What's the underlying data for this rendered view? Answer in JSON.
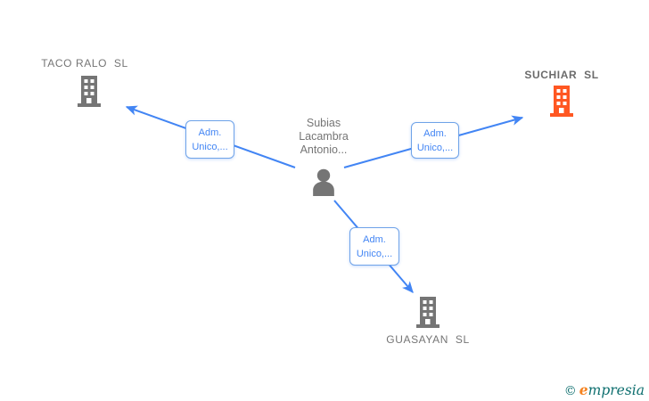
{
  "person": {
    "name_lines": [
      "Subias",
      "Lacambra",
      "Antonio..."
    ],
    "icon": "person-icon"
  },
  "companies": [
    {
      "name": "TACO RALO  SL",
      "icon": "building-icon",
      "icon_color": "#757575",
      "highlighted": false
    },
    {
      "name": "SUCHIAR  SL",
      "icon": "building-icon",
      "icon_color": "#FF5722",
      "highlighted": true
    },
    {
      "name": "GUASAYAN  SL",
      "icon": "building-icon",
      "icon_color": "#757575",
      "highlighted": false
    }
  ],
  "edges": [
    {
      "target": "TACO RALO  SL",
      "label_line1": "Adm.",
      "label_line2": "Unico,..."
    },
    {
      "target": "SUCHIAR  SL",
      "label_line1": "Adm.",
      "label_line2": "Unico,..."
    },
    {
      "target": "GUASAYAN  SL",
      "label_line1": "Adm.",
      "label_line2": "Unico,..."
    }
  ],
  "colors": {
    "edge_blue": "#4285F4",
    "box_border": "#6FA3E8",
    "gray_text": "#757575",
    "gray_icon": "#757575",
    "orange_icon": "#FF5722",
    "logo_teal": "#0E6F6F",
    "logo_orange": "#F5821F"
  },
  "footer": {
    "copyright_symbol": "©",
    "brand_lead": "e",
    "brand_rest": "mpresia"
  }
}
